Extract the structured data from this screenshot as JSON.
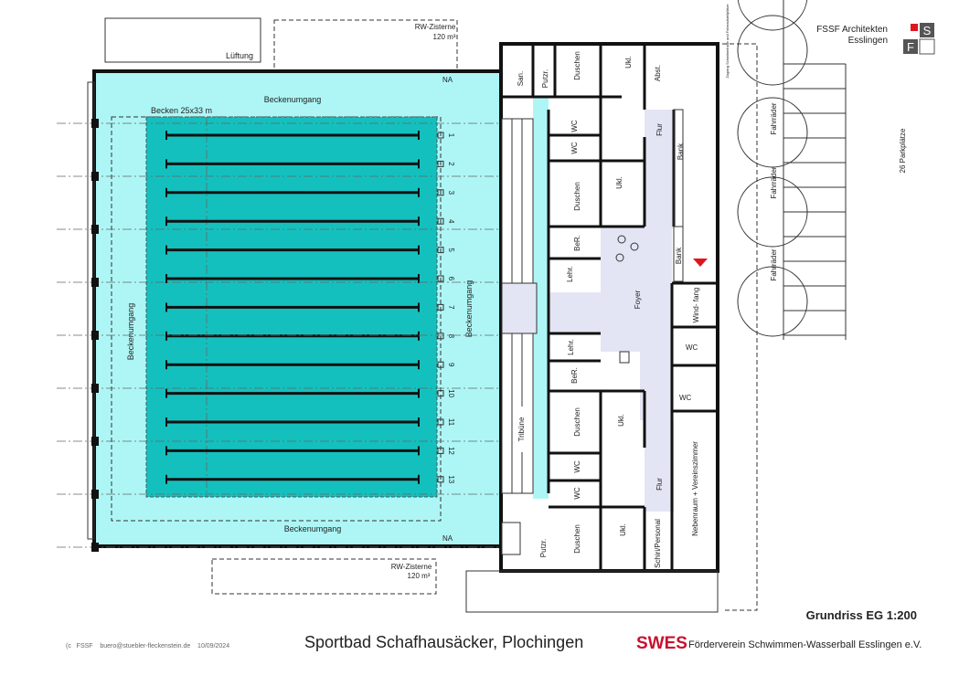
{
  "top": {
    "lueftung": "Lüftung",
    "zisterne_top_1": "RW-Zisterne",
    "zisterne_top_2": "120 m³",
    "na_top": "NA"
  },
  "pool": {
    "title": "Becken 25x33 m",
    "deck_top": "Beckenumgang",
    "deck_bottom": "Beckenumgang",
    "deck_left": "Beckenumgang",
    "deck_right": "Beckenumgang",
    "lane_numbers": [
      "1",
      "2",
      "3",
      "4",
      "5",
      "6",
      "7",
      "8",
      "9",
      "10",
      "11",
      "12",
      "13"
    ],
    "hall_color": "#aef6f6",
    "water_color": "#14c0be"
  },
  "tribune": "Tribüne",
  "rooms": {
    "san": "San.",
    "putzr_top": "Putzr.",
    "duschen_1": "Duschen",
    "ukl_1": "Ukl.",
    "abst": "Abst.",
    "wc_1": "WC",
    "wc_2": "WC",
    "flur_top": "Flur",
    "bank_1": "Bank",
    "ukl_2": "Ukl.",
    "duschen_2": "Duschen",
    "ber_1": "BeR.",
    "lehr_1": "Lehr.",
    "bank_2": "Bank",
    "foyer": "Foyer",
    "windfang": "Wind-\nfang",
    "lehr_2": "Lehr.",
    "ber_2": "BeR.",
    "wc_3": "WC",
    "wc_4": "WC",
    "duschen_3": "Duschen",
    "ukl_3": "Ukl.",
    "wc_5": "WC",
    "wc_6": "WC",
    "flur_bottom": "Flur",
    "nebenraum": "Nebenraum + Vereinszimmer",
    "putzr_bottom": "Putzr.",
    "duschen_4": "Duschen",
    "ukl_4": "Ukl.",
    "schiri": "Schiri/Personal",
    "foyer_color": "#e3e5f4"
  },
  "bottom": {
    "na_bottom": "NA",
    "zisterne_bottom_1": "RW-Zisterne",
    "zisterne_bottom_2": "120 m³"
  },
  "site": {
    "fahrraeder_1": "Fahrräder",
    "fahrraeder_2": "Fahrräder",
    "fahrraeder_3": "Fahrräder",
    "parkplaetze": "26 Parkplätze",
    "zugang": "Zugang Schwimmhalle und Fahrradstellplätze"
  },
  "architect": {
    "name": "FSSF Architekten",
    "city": "Esslingen",
    "logo_s": "S",
    "logo_f": "F",
    "accent": "#e0141e"
  },
  "plan_label": "Grundriss EG 1:200",
  "footer": {
    "copyright": "(c   FSSF    buero@stuebler-fleckenstein.de    10/09/2024",
    "title": "Sportbad Schafhausäcker, Plochingen",
    "sws_logo": "SWES",
    "association": "Förderverein Schwimmen-Wasserball Esslingen e.V.",
    "logo_red": "#c8102e",
    "logo_purple": "#6a3d9a"
  }
}
